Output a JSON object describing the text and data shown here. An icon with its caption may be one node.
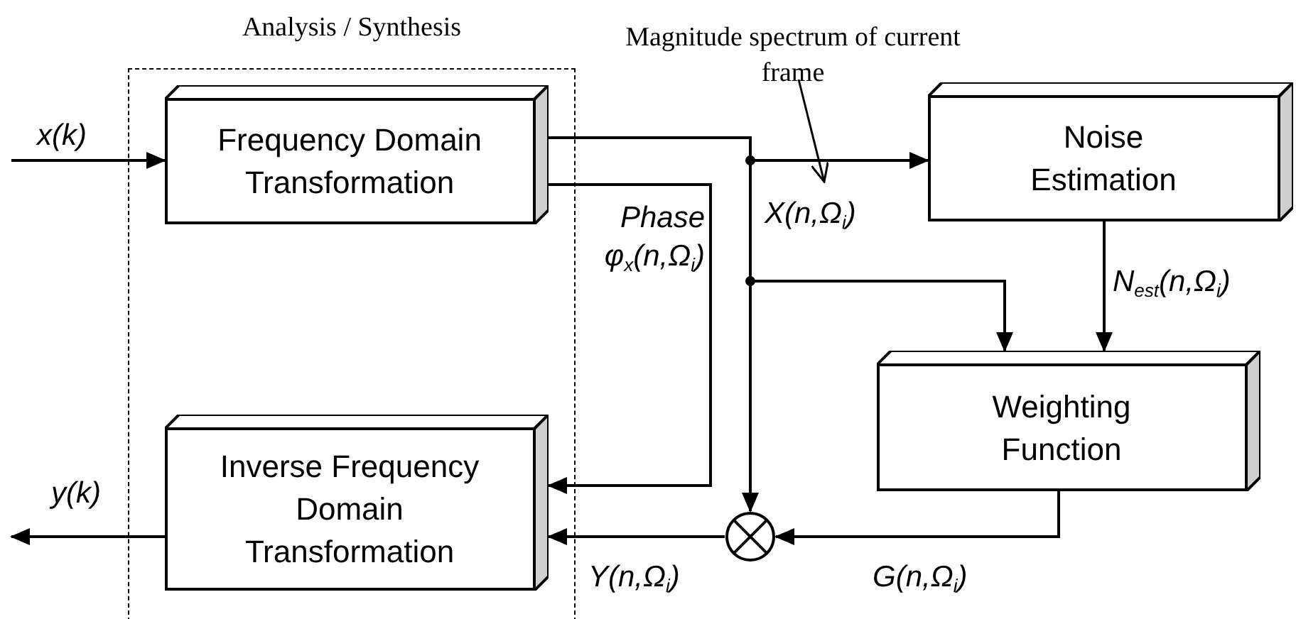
{
  "diagram": {
    "nodes": [
      {
        "text": [
          "Analysis / Synthesis"
        ]
      },
      {
        "text": [
          "Frequency Domain Transformation"
        ],
        "in": 0
      },
      {
        "text": [
          "Inverse Frequency Domain Transformation"
        ],
        "in": 0
      },
      {
        "text": [
          "Noise Estimation"
        ]
      },
      {
        "text": [
          "Weighting Function"
        ]
      },
      {
        "text": [],
        "shape": "circle"
      },
      {
        "text": [
          "Magnitude spectrum of current frame"
        ]
      }
    ],
    "edges": [
      {
        "from": null,
        "to": 1,
        "arrow": "to",
        "label": "x(k)"
      },
      {
        "from": 2,
        "to": null,
        "arrow": "to",
        "label": "y(k)"
      },
      {
        "from": 1,
        "to": 3,
        "arrow": "to",
        "label": "X(n,Ω$_{i}$)"
      },
      {
        "from": 1,
        "to": 4,
        "arrow": "to"
      },
      {
        "from": 1,
        "to": 5,
        "arrow": "to"
      },
      {
        "from": 1,
        "to": 2,
        "arrow": "to",
        "label": "Phase φ$_{x}$(n,Ω$_{i}$)"
      },
      {
        "from": 3,
        "to": 4,
        "arrow": "to",
        "label": "N$_{est}$(n,Ω$_{i}$)"
      },
      {
        "from": 4,
        "to": 5,
        "arrow": "to",
        "label": "G(n,Ω$_{i}$)"
      },
      {
        "from": 5,
        "to": 2,
        "arrow": "to",
        "label": "Y(n,Ω$_{i}$)"
      },
      {
        "from": 6,
        "to": null,
        "arrow": "to"
      }
    ]
  }
}
